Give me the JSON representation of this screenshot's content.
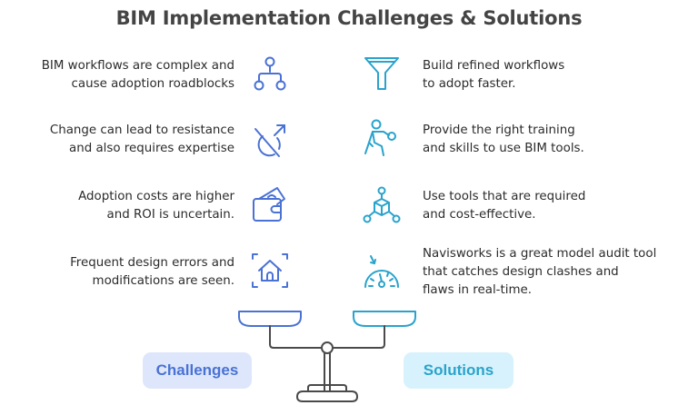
{
  "title": "BIM Implementation Challenges & Solutions",
  "colors": {
    "challenge_accent": "#4a72d4",
    "solution_accent": "#2aa3cc",
    "challenge_pill_bg": "#dde6fb",
    "solution_pill_bg": "#d7f2fc",
    "text": "#2b2b2b",
    "title": "#444444",
    "scale_stroke": "#4a4a4a"
  },
  "challenges": [
    {
      "line1": "BIM workflows are complex and",
      "line2": "cause adoption roadblocks",
      "icon": "workflow-branch-icon"
    },
    {
      "line1": "Change can lead to resistance",
      "line2": "and also requires expertise",
      "icon": "resistance-arrow-icon"
    },
    {
      "line1": "Adoption costs are higher",
      "line2": "and ROI is uncertain.",
      "icon": "wallet-money-icon"
    },
    {
      "line1": "Frequent design errors and",
      "line2": "modifications are seen.",
      "icon": "house-scan-icon"
    }
  ],
  "solutions": [
    {
      "line1": "Build refined workflows",
      "line2": "to adopt faster.",
      "icon": "funnel-icon"
    },
    {
      "line1": "Provide the right training",
      "line2": "and skills to use BIM tools.",
      "icon": "training-person-icon"
    },
    {
      "line1": "Use tools that are required",
      "line2": "and cost-effective.",
      "icon": "cube-network-icon"
    },
    {
      "line1": "Navisworks is a great model audit tool",
      "line2": "that catches design clashes and",
      "line3": "flaws in real-time.",
      "icon": "speedometer-icon"
    }
  ],
  "labels": {
    "challenges": "Challenges",
    "solutions": "Solutions"
  }
}
